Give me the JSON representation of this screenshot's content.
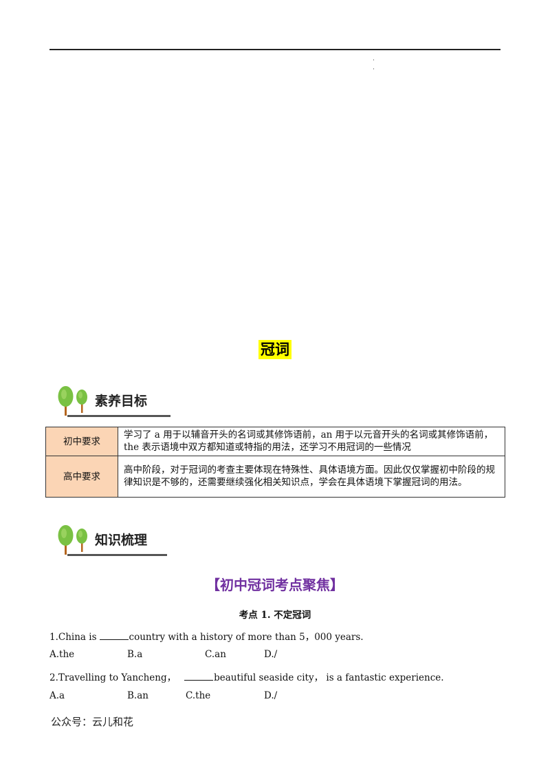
{
  "document": {
    "title": "冠词",
    "section_goals": {
      "label": "素养目标"
    },
    "goals_table": {
      "rows": [
        {
          "key": "初中要求",
          "value": "学习了 a 用于以辅音开头的名词或其修饰语前，an 用于以元音开头的名词或其修饰语前，the 表示语境中双方都知道或特指的用法，还学习不用冠词的一些情况"
        },
        {
          "key": "高中要求",
          "value": "高中阶段，对于冠词的考查主要体现在特殊性、具体语境方面。因此仅仅掌握初中阶段的规律知识是不够的，还需要继续强化相关知识点，学会在具体语境下掌握冠词的用法。"
        }
      ]
    },
    "section_knowledge": {
      "label": "知识梳理"
    },
    "subtitle": "【初中冠词考点聚焦】",
    "point_heading": "考点 1. 不定冠词",
    "questions": [
      {
        "stem_before": "1.China is",
        "stem_after": "country with a history of more than 5，000 years.",
        "options": [
          "A.the",
          "B.a",
          "C.an",
          "D./"
        ]
      },
      {
        "stem_before": "2.Travelling to Yancheng，",
        "stem_after": "beautiful seaside city，  is a fantastic experience.",
        "options": [
          "A.a",
          "B.an",
          "C.the",
          "D./"
        ]
      }
    ],
    "footer": "公众号：云儿和花"
  },
  "colors": {
    "title_highlight": "#ffff00",
    "table_key_bg": "#fbd5b5",
    "subtitle": "#7030a0",
    "tree_green": "#7ac143",
    "tree_trunk": "#b5651d"
  },
  "icons": [
    "tree-icon"
  ]
}
